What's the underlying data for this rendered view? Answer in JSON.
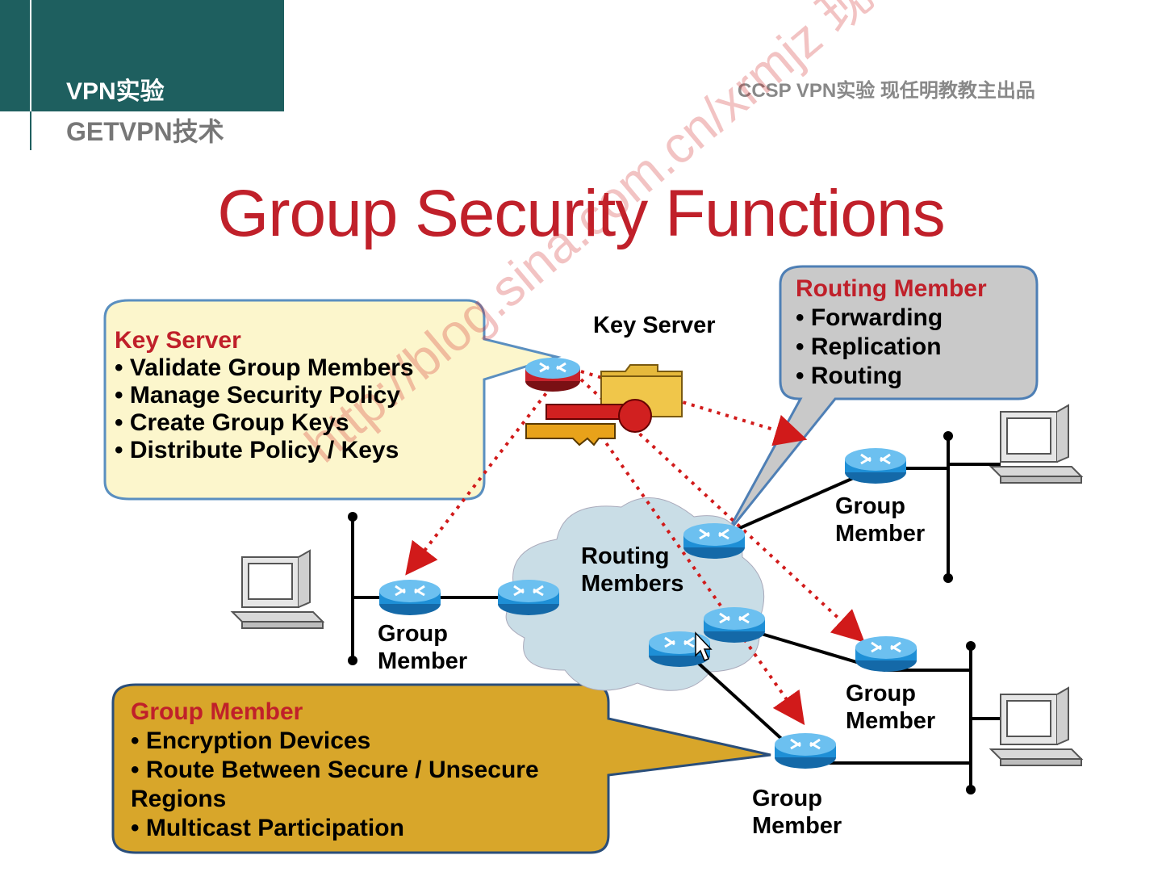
{
  "header": {
    "title": "VPN实验",
    "subtitle": "GETVPN技术",
    "right_text": "CCSP VPN实验  现任明教教主出品"
  },
  "main_title": "Group Security Functions",
  "watermark": "http://blog.sina.com.cn/xrmjz 现任明教教主",
  "key_server_callout": {
    "title": "Key Server",
    "items": [
      "Validate Group Members",
      "Manage Security Policy",
      "Create Group Keys",
      "Distribute Policy / Keys"
    ]
  },
  "routing_member_callout": {
    "title": "Routing Member",
    "items": [
      "Forwarding",
      "Replication",
      "Routing"
    ]
  },
  "group_member_callout": {
    "title": "Group Member",
    "items": [
      "Encryption Devices",
      "Route Between Secure / Unsecure Regions",
      "Multicast Participation"
    ]
  },
  "diagram_labels": {
    "key_server": "Key Server",
    "routing_members_1": "Routing",
    "routing_members_2": "Members",
    "group": "Group",
    "member": "Member"
  },
  "colors": {
    "title_red": "#c0202a",
    "header_teal": "#1e5f5f",
    "key_server_fill": "#fcf6cc",
    "routing_member_fill": "#c9c9c9",
    "group_member_fill": "#d8a62a",
    "router_blue": "#1e8fd6",
    "key_server_router": "#c8232c",
    "dotted_arrow": "#d11a1a"
  }
}
